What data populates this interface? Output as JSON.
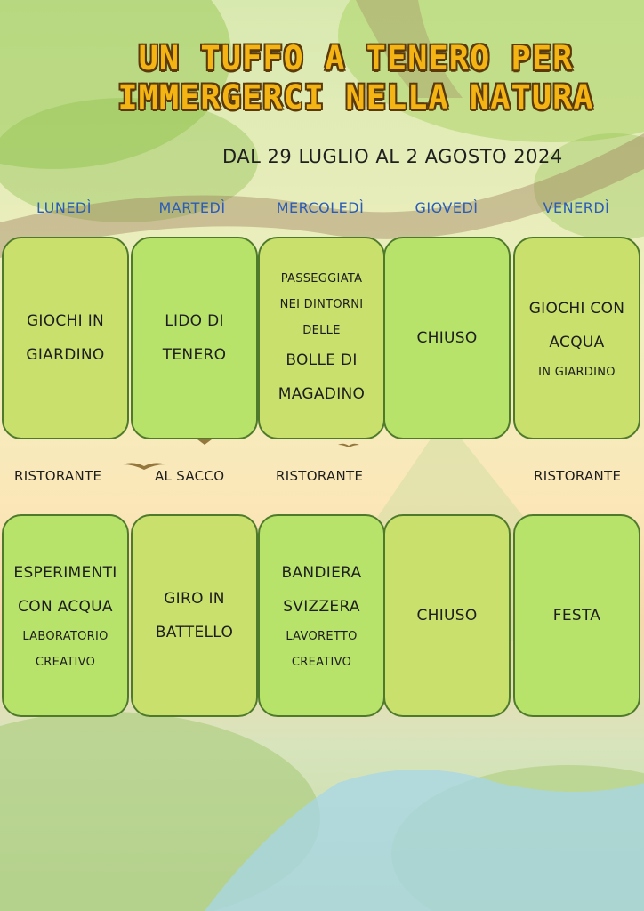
{
  "header": {
    "title_line1": "UN TUFFO A TENERO PER",
    "title_line2": "IMMERGERCI NELLA NATURA",
    "dates": "DAL 29 LUGLIO AL 2 AGOSTO 2024"
  },
  "days": [
    "LUNEDÌ",
    "MARTEDÌ",
    "MERCOLEDÌ",
    "GIOVEDÌ",
    "VENERDÌ"
  ],
  "morning": [
    [
      "GIOCHI IN",
      "GIARDINO"
    ],
    [
      "LIDO DI",
      "TENERO"
    ],
    [
      "PASSEGGIATA",
      "NEI DINTORNI",
      "DELLE",
      "BOLLE DI",
      "MAGADINO"
    ],
    [
      "CHIUSO"
    ],
    [
      "GIOCHI CON",
      "ACQUA",
      "IN GIARDINO"
    ]
  ],
  "lunch": [
    "RISTORANTE",
    "AL SACCO",
    "RISTORANTE",
    "",
    "RISTORANTE"
  ],
  "afternoon": [
    [
      "ESPERIMENTI",
      "CON ACQUA",
      "LABORATORIO",
      "CREATIVO"
    ],
    [
      "GIRO IN",
      "BATTELLO"
    ],
    [
      "BANDIERA",
      "SVIZZERA",
      "LAVORETTO",
      "CREATIVO"
    ],
    [
      "CHIUSO"
    ],
    [
      "FESTA"
    ]
  ],
  "colors": {
    "title": "#f4b414",
    "day_label": "#2a5cb8",
    "card_olive": "#c9e06d",
    "card_lime": "#b8e36a",
    "card_border": "#4f7a2c"
  }
}
